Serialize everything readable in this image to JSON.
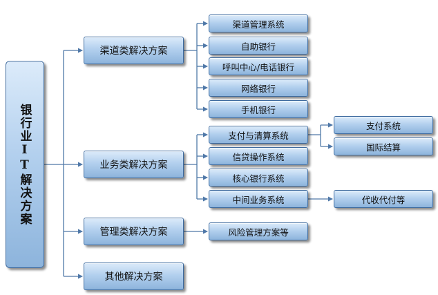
{
  "root": {
    "label": "银行业IT解决方案"
  },
  "level1": [
    {
      "label": "渠道类解决方案"
    },
    {
      "label": "业务类解决方案"
    },
    {
      "label": "管理类解决方案"
    },
    {
      "label": "其他解决方案"
    }
  ],
  "level2": {
    "channel": [
      {
        "label": "渠道管理系统"
      },
      {
        "label": "自助银行"
      },
      {
        "label": "呼叫中心/电话银行"
      },
      {
        "label": "网络银行"
      },
      {
        "label": "手机银行"
      }
    ],
    "business": [
      {
        "label": "支付与清算系统"
      },
      {
        "label": "信贷操作系统"
      },
      {
        "label": "核心银行系统"
      },
      {
        "label": "中间业务系统"
      }
    ],
    "management": [
      {
        "label": "风险管理方案等"
      }
    ]
  },
  "level3": {
    "payment": [
      {
        "label": "支付系统"
      },
      {
        "label": "国际结算"
      }
    ],
    "intermediary": [
      {
        "label": "代收代付等"
      }
    ]
  },
  "colors": {
    "connector": "#4f78a8",
    "node_border": "#3d6a9e",
    "node_fill_top": "#dcebfa",
    "node_fill_bottom": "#8db4dc"
  }
}
